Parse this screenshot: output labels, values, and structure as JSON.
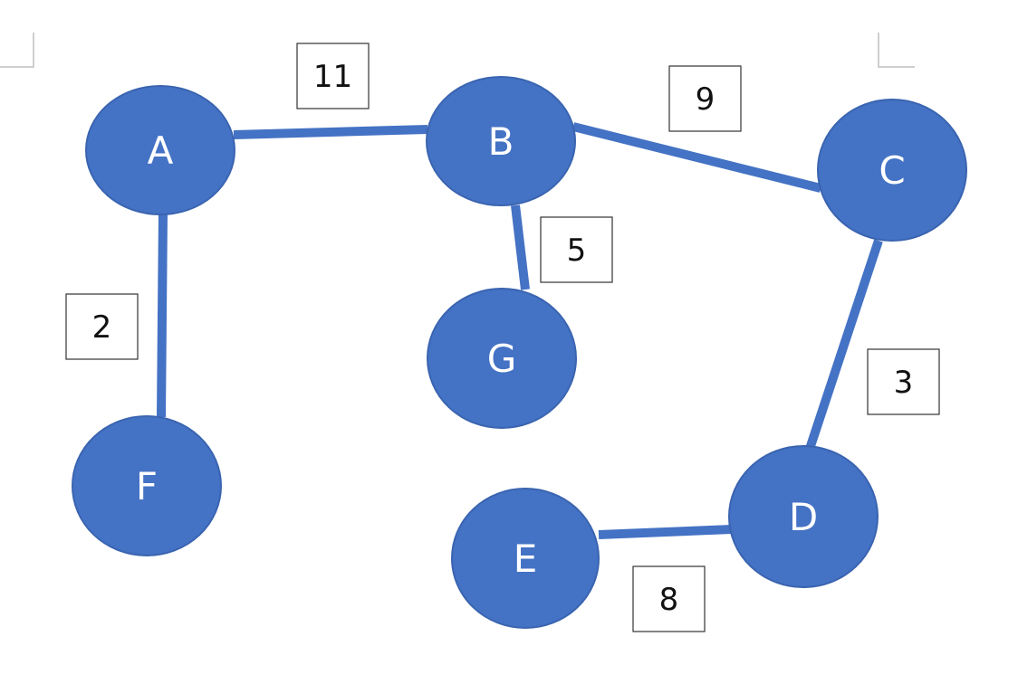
{
  "colors": {
    "node_fill": "#4472c4",
    "node_stroke": "#3a64b0",
    "edge": "#4472c4",
    "node_text": "#ffffff",
    "weight_text": "#111111",
    "weight_box_border": "#333333"
  },
  "nodes": [
    {
      "id": "A",
      "label": "A"
    },
    {
      "id": "B",
      "label": "B"
    },
    {
      "id": "C",
      "label": "C"
    },
    {
      "id": "D",
      "label": "D"
    },
    {
      "id": "E",
      "label": "E"
    },
    {
      "id": "F",
      "label": "F"
    },
    {
      "id": "G",
      "label": "G"
    }
  ],
  "edges": [
    {
      "from": "A",
      "to": "B",
      "weight": "11"
    },
    {
      "from": "B",
      "to": "C",
      "weight": "9"
    },
    {
      "from": "B",
      "to": "G",
      "weight": "5"
    },
    {
      "from": "A",
      "to": "F",
      "weight": "2"
    },
    {
      "from": "C",
      "to": "D",
      "weight": "3"
    },
    {
      "from": "E",
      "to": "D",
      "weight": "8"
    }
  ]
}
